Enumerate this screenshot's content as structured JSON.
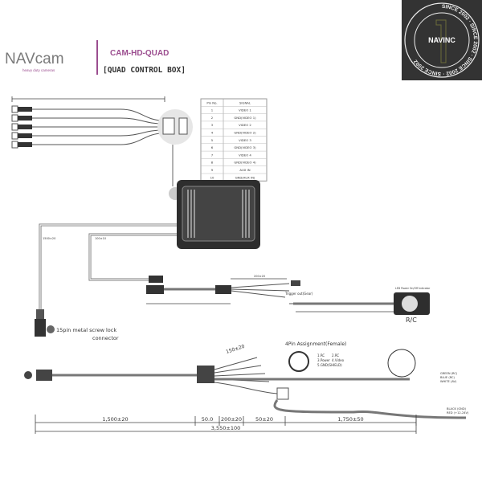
{
  "header": {
    "logo": {
      "brand": "NAVcam",
      "tagline": "heavy duty cameras"
    },
    "model": "CAM-HD-QUAD",
    "subtitle": "[QUAD CONTROL BOX]",
    "badge": {
      "center": "NAVINC",
      "ring": "SINCE 2002 · SINCE 2002 · SINCE 2002 · SINCE 2002"
    }
  },
  "colors": {
    "brand_purple": "#9b4d8f",
    "box_dark": "#2e2e2e",
    "badge_bg": "#333333"
  },
  "pin_table": {
    "headers": [
      "Pin No.",
      "SIGNAL"
    ],
    "rows": [
      [
        "1",
        "VIDEO 1"
      ],
      [
        "2",
        "GND(VIDEO 1)"
      ],
      [
        "3",
        "VIDEO 2"
      ],
      [
        "4",
        "GND(VIDEO 2)"
      ],
      [
        "5",
        "VIDEO 3"
      ],
      [
        "6",
        "GND(VIDEO 3)"
      ],
      [
        "7",
        "VIDEO 4"
      ],
      [
        "8",
        "GND(VIDEO 4)"
      ],
      [
        "9",
        "AUX IN"
      ],
      [
        "10",
        "GND(AUX IN)"
      ]
    ]
  },
  "labels": {
    "connector_15pin_line1": "15pin metal screw lock",
    "connector_15pin_line2": "connector",
    "trigger_out": "Trigger out(Gear)",
    "led_indicator": "LED Power On/Off Indicator",
    "rc": "R/C",
    "pin_assignment": "4Pin Assignment(Female)",
    "pins": [
      "1.RC",
      "2.RC",
      "3.Power",
      "4.Video",
      "5.GND(SHIELD)"
    ],
    "wires_top": [
      "GREEN (RC)",
      "BLUE (RC)",
      "WHITE (AV)"
    ],
    "wires_bottom": [
      "BLACK (GND)",
      "RED (+12-24V)"
    ],
    "harness_length": "150±20"
  },
  "dimensions": [
    "1,500±20",
    "50.0",
    "200±20",
    "50±20",
    "1,750±50"
  ],
  "total_length": "3,550±100"
}
